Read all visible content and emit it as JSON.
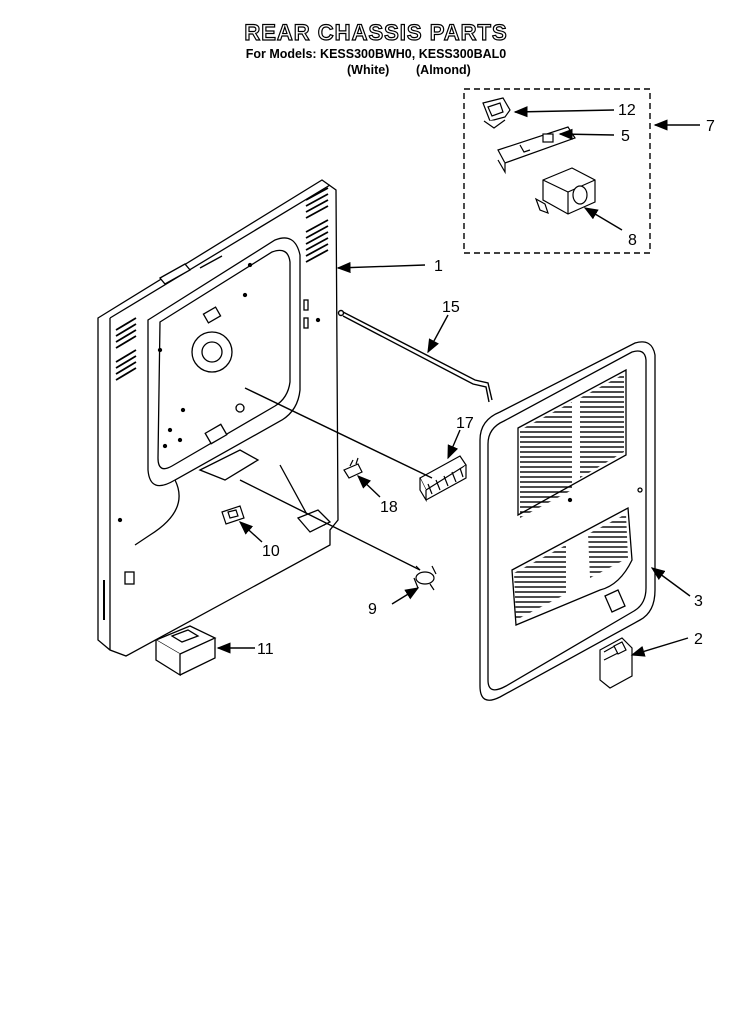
{
  "header": {
    "title": "REAR CHASSIS PARTS",
    "models_line": "For Models: KESS300BWH0, KESS300BAL0",
    "variant_white": "(White)",
    "variant_almond": "(Almond)"
  },
  "callouts": {
    "c1": "1",
    "c2": "2",
    "c3": "3",
    "c5": "5",
    "c7": "7",
    "c8": "8",
    "c9": "9",
    "c10": "10",
    "c11": "11",
    "c12": "12",
    "c15": "15",
    "c17": "17",
    "c18": "18"
  }
}
